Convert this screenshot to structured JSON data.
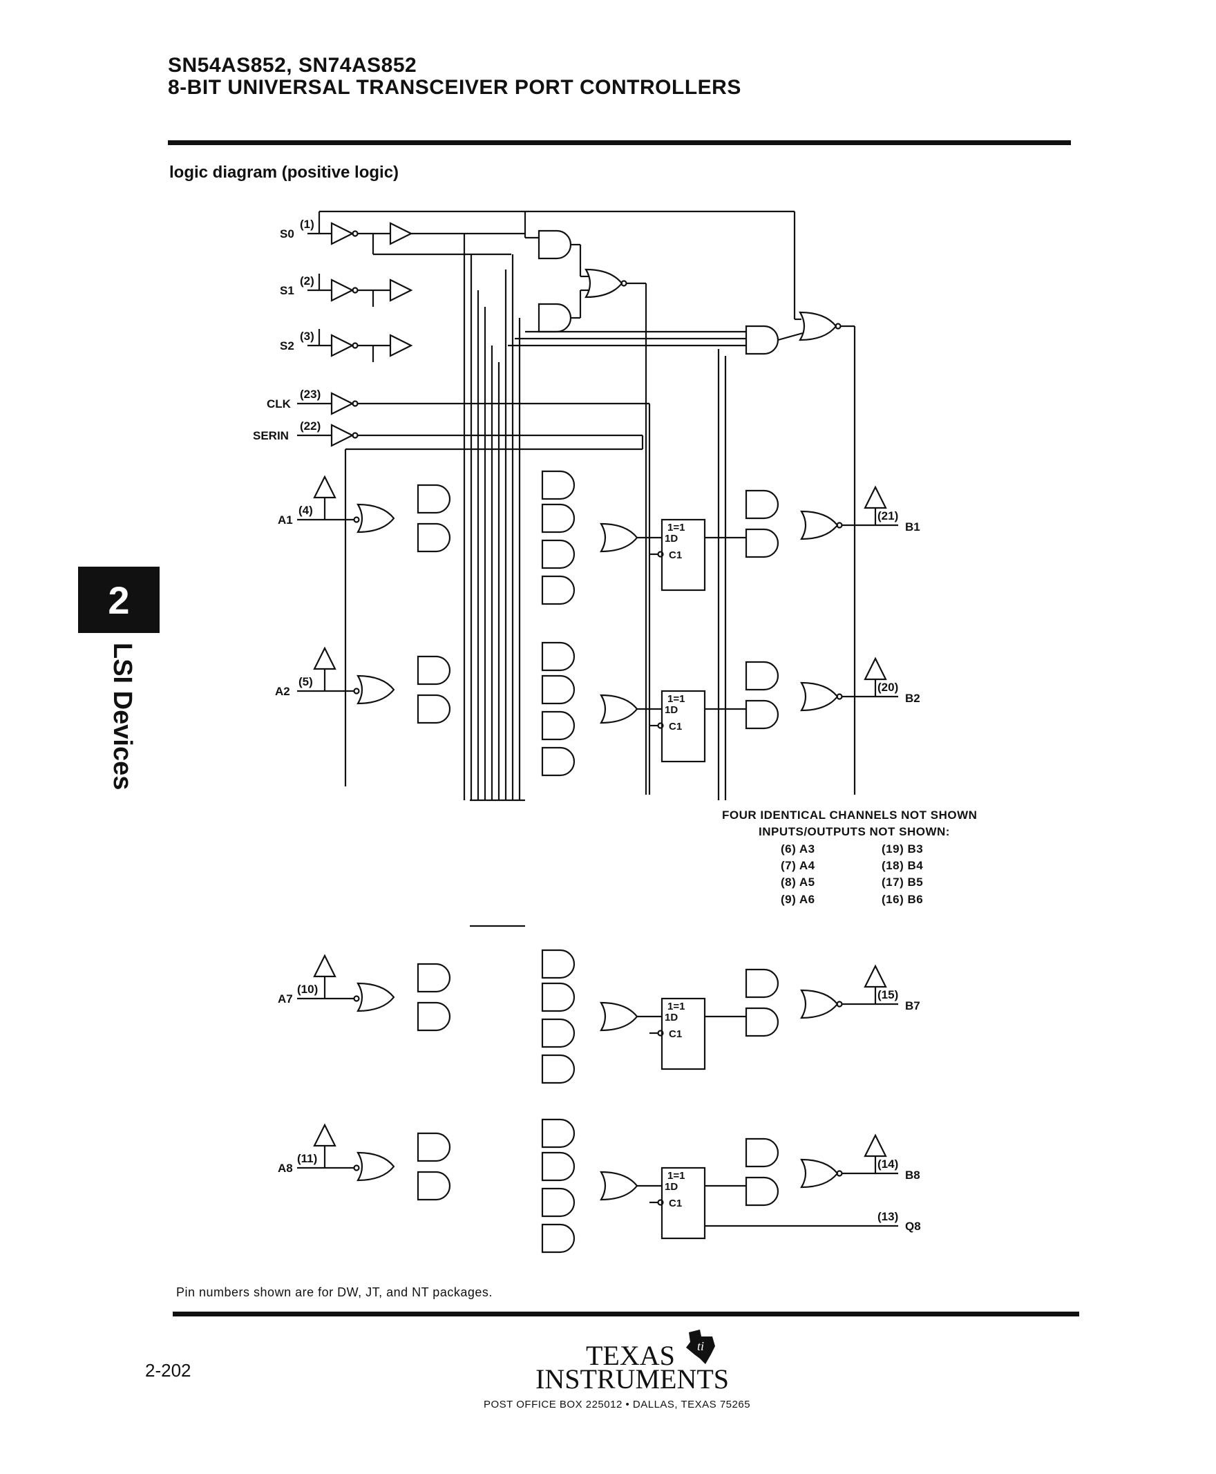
{
  "header": {
    "part_number": "SN54AS852, SN74AS852",
    "title": "8-BIT UNIVERSAL TRANSCEIVER PORT CONTROLLERS"
  },
  "section_title": "logic diagram (positive logic)",
  "side_tab": {
    "number": "2",
    "label": "LSI Devices"
  },
  "diagram": {
    "control_inputs": [
      {
        "name": "S0",
        "pin": "(1)"
      },
      {
        "name": "S1",
        "pin": "(2)"
      },
      {
        "name": "S2",
        "pin": "(3)"
      },
      {
        "name": "CLK",
        "pin": "(23)"
      },
      {
        "name": "SERIN",
        "pin": "(22)"
      }
    ],
    "channels": [
      {
        "a": "A1",
        "a_pin": "(4)",
        "b": "B1",
        "b_pin": "(21)"
      },
      {
        "a": "A2",
        "a_pin": "(5)",
        "b": "B2",
        "b_pin": "(20)"
      },
      {
        "a": "A7",
        "a_pin": "(10)",
        "b": "B7",
        "b_pin": "(15)"
      },
      {
        "a": "A8",
        "a_pin": "(11)",
        "b": "B8",
        "b_pin": "(14)"
      }
    ],
    "flipflop_labels": {
      "top": "1=1",
      "d": "1D",
      "c": "C1"
    },
    "serial_output": {
      "name": "Q8",
      "pin": "(13)"
    },
    "not_shown": {
      "line1": "FOUR IDENTICAL CHANNELS NOT SHOWN",
      "line2": "INPUTS/OUTPUTS NOT SHOWN:",
      "pairs": [
        {
          "a": "(6) A3",
          "b": "(19) B3"
        },
        {
          "a": "(7) A4",
          "b": "(18) B4"
        },
        {
          "a": "(8) A5",
          "b": "(17) B5"
        },
        {
          "a": "(9) A6",
          "b": "(16) B6"
        }
      ]
    }
  },
  "note": "Pin numbers shown are for DW, JT, and NT packages.",
  "footer": {
    "page_number": "2-202",
    "logo_line1": "TEXAS",
    "logo_line2": "INSTRUMENTS",
    "address": "POST OFFICE BOX 225012 • DALLAS, TEXAS 75265"
  }
}
